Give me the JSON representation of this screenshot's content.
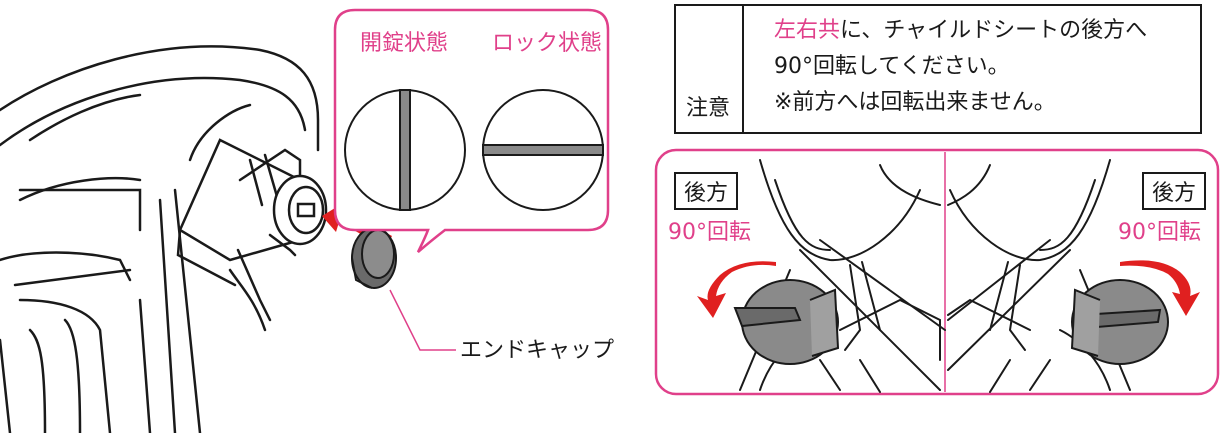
{
  "callout": {
    "unlocked_label": "開錠状態",
    "locked_label": "ロック状態"
  },
  "part_label": "エンドキャップ",
  "caution": {
    "icon": "warning-triangle-icon",
    "label": "注意",
    "line1_highlight": "左右共",
    "line1_rest": "に、チャイルドシートの後方へ",
    "line2": "90°回転してください。",
    "line3": "※前方へは回転出来ません。"
  },
  "left_panel": {
    "direction_label": "後方",
    "rotation_label": "90°回転"
  },
  "right_panel": {
    "direction_label": "後方",
    "rotation_label": "90°回転"
  },
  "colors": {
    "accent": "#e0408a",
    "arrow": "#e02020",
    "line": "#1a1a1a"
  }
}
